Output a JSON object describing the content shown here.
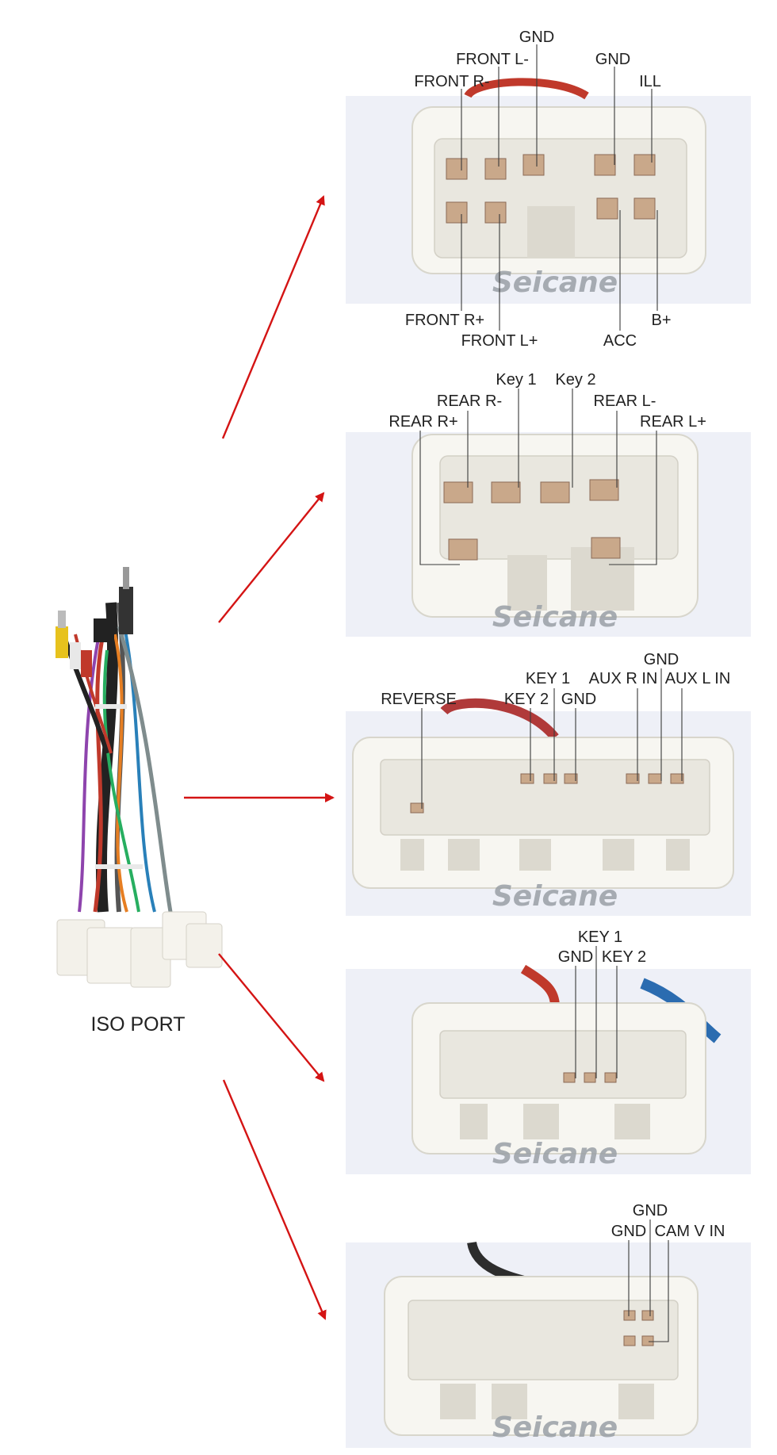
{
  "iso_port_label": "ISO PORT",
  "watermark": "Seicane",
  "colors": {
    "arrow": "#d41414",
    "label": "#222222",
    "leader": "#3a3a3a",
    "photo_bg": "#eef0f7"
  },
  "connector1": {
    "top_labels": [
      "GND",
      "FRONT L-",
      "FRONT R-",
      "GND",
      "ILL"
    ],
    "bottom_labels": [
      "FRONT R+",
      "FRONT L+",
      "ACC",
      "B+"
    ]
  },
  "connector2": {
    "top_labels": [
      "Key 1",
      "Key 2",
      "REAR R-",
      "REAR L-",
      "REAR R+",
      "REAR L+"
    ]
  },
  "connector3": {
    "top_labels": [
      "GND",
      "KEY 1",
      "AUX R IN",
      "AUX L IN",
      "REVERSE",
      "KEY 2",
      "GND"
    ]
  },
  "connector4": {
    "top_labels": [
      "KEY 1",
      "GND",
      "KEY 2"
    ]
  },
  "connector5": {
    "top_labels": [
      "GND",
      "GND",
      "CAM V IN"
    ]
  }
}
